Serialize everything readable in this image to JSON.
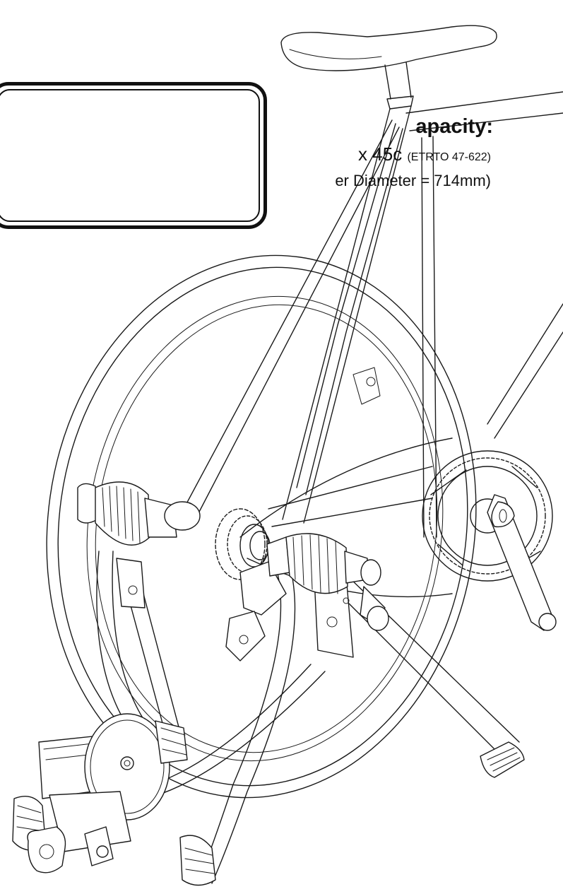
{
  "capacity_label": {
    "title": "apacity:",
    "size_main": "x 45c",
    "size_etrto": "(ETRTO 47-622)",
    "diameter": "er Diameter = 714mm)"
  },
  "colors": {
    "line": "#1a1a1a",
    "background": "#ffffff"
  }
}
